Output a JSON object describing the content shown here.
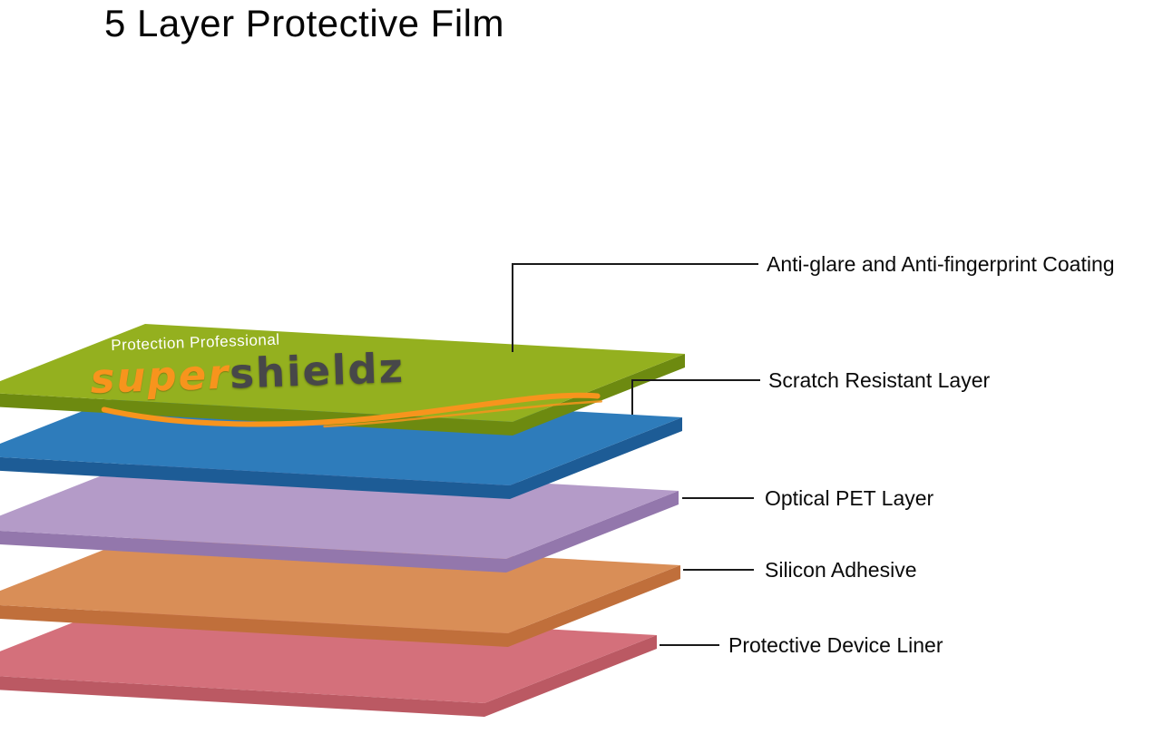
{
  "title": "5 Layer Protective Film",
  "logo": {
    "tagline": "Protection Professional",
    "brand_super": "super",
    "brand_shieldz": "shieldz",
    "orange": "#F7941D",
    "charcoal": "#474749"
  },
  "layers": [
    {
      "name": "anti-glare-coating",
      "label": "Anti-glare and Anti-fingerprint Coating",
      "top_color": "#94B01F",
      "edge_color": "#6D8A10"
    },
    {
      "name": "scratch-resistant",
      "label": "Scratch Resistant Layer",
      "top_color": "#2E7CBB",
      "edge_color": "#1D5C96"
    },
    {
      "name": "optical-pet",
      "label": "Optical PET Layer",
      "top_color": "#B49BC8",
      "edge_color": "#9377AC"
    },
    {
      "name": "silicon-adhesive",
      "label": "Silicon Adhesive",
      "top_color": "#D98E57",
      "edge_color": "#C06F3B"
    },
    {
      "name": "protective-liner",
      "label": "Protective Device Liner",
      "top_color": "#D4707B",
      "edge_color": "#BB5963"
    }
  ],
  "callout_line_color": "#1A1A1A"
}
